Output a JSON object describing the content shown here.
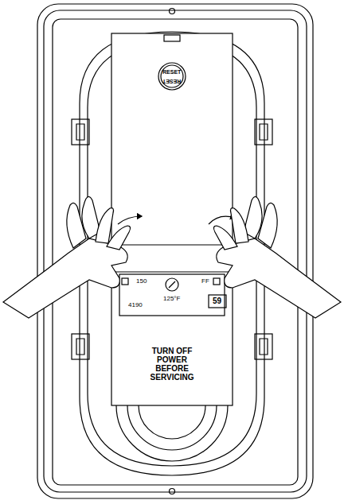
{
  "diagram": {
    "labels": [
      "RESET",
      "RESET",
      "150",
      "125°F",
      "FF",
      "4190",
      "59",
      "TURN OFF POWER BEFORE SERVICING"
    ]
  }
}
